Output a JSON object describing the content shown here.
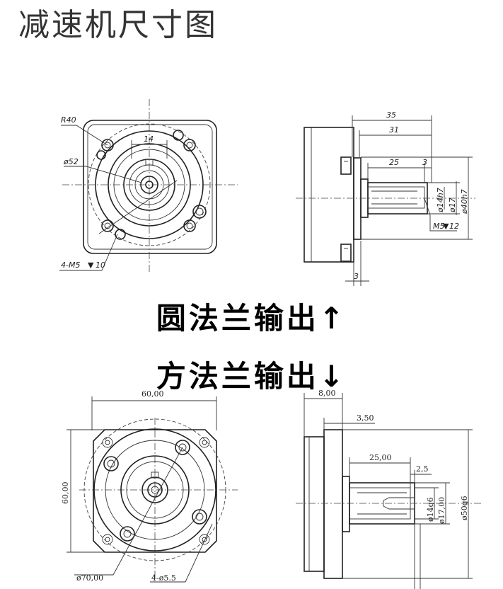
{
  "title": "减速机尺寸图",
  "captions": {
    "round_flange": "圆法兰输出↑",
    "square_flange": "方法兰输出↓"
  },
  "round_front": {
    "r40": "R40",
    "d52": "ø52",
    "w14": "14",
    "holes": "4-M5",
    "holes_depth": "10"
  },
  "round_side": {
    "d35": "35",
    "d31": "31",
    "d25": "25",
    "d3": "3",
    "shaft_d": "ø14h7",
    "boss_d": "ø17",
    "flange_d": "ø40h7",
    "tap": "M5",
    "tap_depth": "12",
    "base_3": "3"
  },
  "square_front": {
    "width": "60,00",
    "height": "60,00",
    "pcd": "ø70,00",
    "holes": "4-ø5.5"
  },
  "square_side": {
    "d8": "8,00",
    "d350": "3,50",
    "d25": "25,00",
    "d25b": "2,5",
    "shaft_d": "ø14g6",
    "boss_d": "ø17,00",
    "flange_d": "ø50g6"
  }
}
